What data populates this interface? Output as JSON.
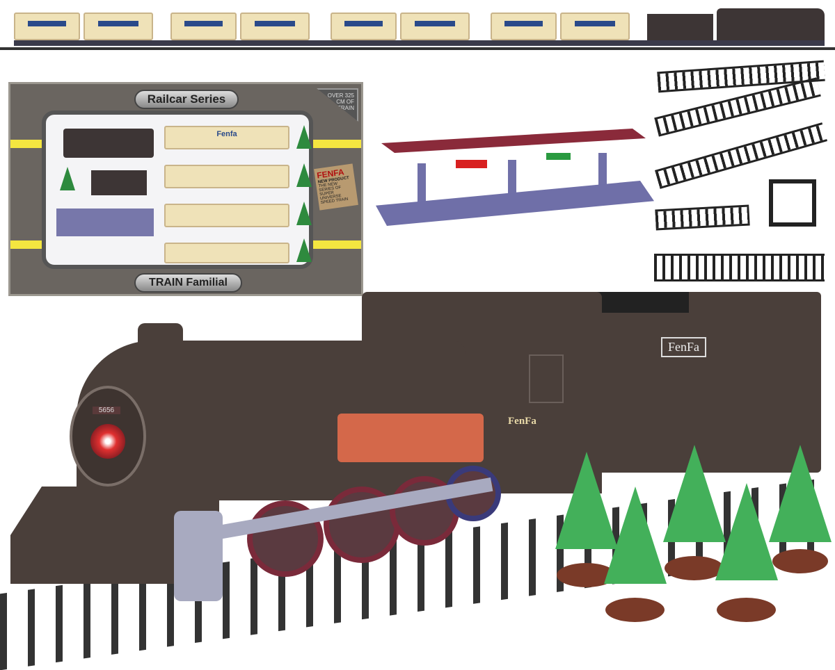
{
  "box": {
    "title": "Railcar Series",
    "brand_label": "TRAIN Familial",
    "badge_top": "OVER 325 CM OF TRAIN",
    "sticker": {
      "title": "FENFA",
      "line1": "NEW PRODUCT",
      "line2": "THE NEW SERIES OF SUPER UNIVERSE SPEED TRAIN"
    },
    "car_label": "Fenfa"
  },
  "locomotive": {
    "number": "5656",
    "cab_label": "FenFa"
  },
  "tender": {
    "label": "FenFa"
  },
  "colors": {
    "loco": "#4a3f3a",
    "platform": "#6f6fa8",
    "roof": "#8a2a3a",
    "tree": "#43b05a"
  }
}
